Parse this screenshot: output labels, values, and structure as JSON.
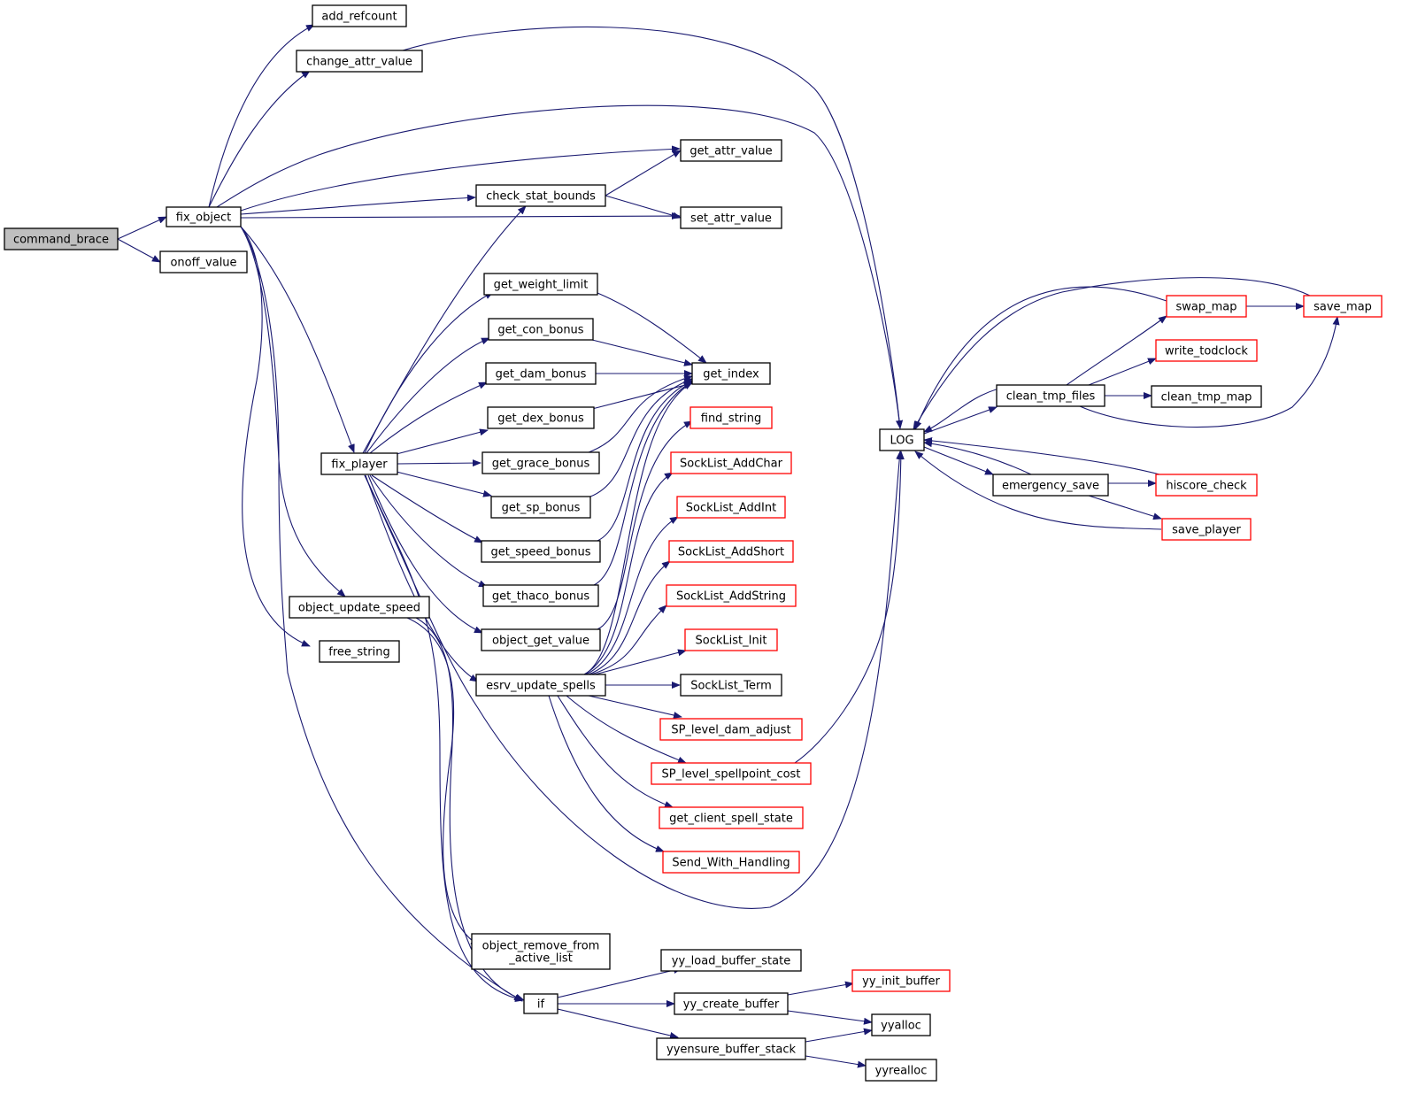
{
  "colors": {
    "edge": "#191970",
    "node_border": "#000000",
    "external_node_border": "#ff0000",
    "root_fill": "#bfbfbf",
    "node_fill": "#ffffff"
  },
  "nodes": {
    "command_brace": {
      "label": "command_brace",
      "kind": "root"
    },
    "fix_object": {
      "label": "fix_object",
      "kind": "normal"
    },
    "onoff_value": {
      "label": "onoff_value",
      "kind": "normal"
    },
    "add_refcount": {
      "label": "add_refcount",
      "kind": "normal"
    },
    "change_attr_value": {
      "label": "change_attr_value",
      "kind": "normal"
    },
    "get_attr_value": {
      "label": "get_attr_value",
      "kind": "normal"
    },
    "check_stat_bounds": {
      "label": "check_stat_bounds",
      "kind": "normal"
    },
    "set_attr_value": {
      "label": "set_attr_value",
      "kind": "normal"
    },
    "get_weight_limit": {
      "label": "get_weight_limit",
      "kind": "normal"
    },
    "get_con_bonus": {
      "label": "get_con_bonus",
      "kind": "normal"
    },
    "get_dam_bonus": {
      "label": "get_dam_bonus",
      "kind": "normal"
    },
    "get_dex_bonus": {
      "label": "get_dex_bonus",
      "kind": "normal"
    },
    "get_grace_bonus": {
      "label": "get_grace_bonus",
      "kind": "normal"
    },
    "get_sp_bonus": {
      "label": "get_sp_bonus",
      "kind": "normal"
    },
    "get_speed_bonus": {
      "label": "get_speed_bonus",
      "kind": "normal"
    },
    "get_thaco_bonus": {
      "label": "get_thaco_bonus",
      "kind": "normal"
    },
    "object_get_value": {
      "label": "object_get_value",
      "kind": "normal"
    },
    "esrv_update_spells": {
      "label": "esrv_update_spells",
      "kind": "normal"
    },
    "fix_player": {
      "label": "fix_player",
      "kind": "normal"
    },
    "object_update_speed": {
      "label": "object_update_speed",
      "kind": "normal"
    },
    "free_string": {
      "label": "free_string",
      "kind": "normal"
    },
    "object_remove_from_active_list": {
      "label": [
        "object_remove_from",
        "_active_list"
      ],
      "kind": "normal"
    },
    "if": {
      "label": "if",
      "kind": "normal"
    },
    "get_index": {
      "label": "get_index",
      "kind": "normal"
    },
    "find_string": {
      "label": "find_string",
      "kind": "external"
    },
    "SockList_AddChar": {
      "label": "SockList_AddChar",
      "kind": "external"
    },
    "SockList_AddInt": {
      "label": "SockList_AddInt",
      "kind": "external"
    },
    "SockList_AddShort": {
      "label": "SockList_AddShort",
      "kind": "external"
    },
    "SockList_AddString": {
      "label": "SockList_AddString",
      "kind": "external"
    },
    "SockList_Init": {
      "label": "SockList_Init",
      "kind": "external"
    },
    "SockList_Term": {
      "label": "SockList_Term",
      "kind": "normal"
    },
    "SP_level_dam_adjust": {
      "label": "SP_level_dam_adjust",
      "kind": "external"
    },
    "SP_level_spellpoint_cost": {
      "label": "SP_level_spellpoint_cost",
      "kind": "external"
    },
    "get_client_spell_state": {
      "label": "get_client_spell_state",
      "kind": "external"
    },
    "Send_With_Handling": {
      "label": "Send_With_Handling",
      "kind": "external"
    },
    "yy_load_buffer_state": {
      "label": "yy_load_buffer_state",
      "kind": "normal"
    },
    "yy_create_buffer": {
      "label": "yy_create_buffer",
      "kind": "normal"
    },
    "yyensure_buffer_stack": {
      "label": "yyensure_buffer_stack",
      "kind": "normal"
    },
    "yy_init_buffer": {
      "label": "yy_init_buffer",
      "kind": "external"
    },
    "yyalloc": {
      "label": "yyalloc",
      "kind": "normal"
    },
    "yyrealloc": {
      "label": "yyrealloc",
      "kind": "normal"
    },
    "LOG": {
      "label": "LOG",
      "kind": "normal"
    },
    "clean_tmp_files": {
      "label": "clean_tmp_files",
      "kind": "normal"
    },
    "emergency_save": {
      "label": "emergency_save",
      "kind": "normal"
    },
    "swap_map": {
      "label": "swap_map",
      "kind": "external"
    },
    "save_map": {
      "label": "save_map",
      "kind": "external"
    },
    "write_todclock": {
      "label": "write_todclock",
      "kind": "external"
    },
    "clean_tmp_map": {
      "label": "clean_tmp_map",
      "kind": "normal"
    },
    "hiscore_check": {
      "label": "hiscore_check",
      "kind": "external"
    },
    "save_player": {
      "label": "save_player",
      "kind": "external"
    }
  },
  "edges": [
    [
      "command_brace",
      "fix_object"
    ],
    [
      "command_brace",
      "onoff_value"
    ],
    [
      "fix_object",
      "add_refcount"
    ],
    [
      "fix_object",
      "change_attr_value"
    ],
    [
      "fix_object",
      "LOG"
    ],
    [
      "fix_object",
      "get_attr_value"
    ],
    [
      "fix_object",
      "check_stat_bounds"
    ],
    [
      "fix_object",
      "set_attr_value"
    ],
    [
      "fix_object",
      "fix_player"
    ],
    [
      "fix_object",
      "object_update_speed"
    ],
    [
      "fix_object",
      "free_string"
    ],
    [
      "fix_object",
      "if"
    ],
    [
      "change_attr_value",
      "LOG"
    ],
    [
      "check_stat_bounds",
      "get_attr_value"
    ],
    [
      "check_stat_bounds",
      "set_attr_value"
    ],
    [
      "fix_player",
      "check_stat_bounds"
    ],
    [
      "fix_player",
      "get_weight_limit"
    ],
    [
      "fix_player",
      "get_con_bonus"
    ],
    [
      "fix_player",
      "get_dam_bonus"
    ],
    [
      "fix_player",
      "get_dex_bonus"
    ],
    [
      "fix_player",
      "get_grace_bonus"
    ],
    [
      "fix_player",
      "get_sp_bonus"
    ],
    [
      "fix_player",
      "get_speed_bonus"
    ],
    [
      "fix_player",
      "get_thaco_bonus"
    ],
    [
      "fix_player",
      "object_get_value"
    ],
    [
      "fix_player",
      "esrv_update_spells"
    ],
    [
      "fix_player",
      "LOG"
    ],
    [
      "fix_player",
      "if"
    ],
    [
      "get_weight_limit",
      "get_index"
    ],
    [
      "get_con_bonus",
      "get_index"
    ],
    [
      "get_dam_bonus",
      "get_index"
    ],
    [
      "get_dex_bonus",
      "get_index"
    ],
    [
      "get_grace_bonus",
      "get_index"
    ],
    [
      "get_sp_bonus",
      "get_index"
    ],
    [
      "get_speed_bonus",
      "get_index"
    ],
    [
      "get_thaco_bonus",
      "get_index"
    ],
    [
      "object_get_value",
      "find_string"
    ],
    [
      "esrv_update_spells",
      "get_index"
    ],
    [
      "esrv_update_spells",
      "SockList_AddChar"
    ],
    [
      "esrv_update_spells",
      "SockList_AddInt"
    ],
    [
      "esrv_update_spells",
      "SockList_AddShort"
    ],
    [
      "esrv_update_spells",
      "SockList_AddString"
    ],
    [
      "esrv_update_spells",
      "SockList_Init"
    ],
    [
      "esrv_update_spells",
      "SockList_Term"
    ],
    [
      "esrv_update_spells",
      "SP_level_dam_adjust"
    ],
    [
      "esrv_update_spells",
      "SP_level_spellpoint_cost"
    ],
    [
      "esrv_update_spells",
      "get_client_spell_state"
    ],
    [
      "esrv_update_spells",
      "Send_With_Handling"
    ],
    [
      "SP_level_spellpoint_cost",
      "LOG"
    ],
    [
      "object_update_speed",
      "object_remove_from_active_list"
    ],
    [
      "object_update_speed",
      "if"
    ],
    [
      "if",
      "yy_load_buffer_state"
    ],
    [
      "if",
      "yy_create_buffer"
    ],
    [
      "if",
      "yyensure_buffer_stack"
    ],
    [
      "yy_create_buffer",
      "yy_init_buffer"
    ],
    [
      "yy_create_buffer",
      "yyalloc"
    ],
    [
      "yyensure_buffer_stack",
      "yyalloc"
    ],
    [
      "yyensure_buffer_stack",
      "yyrealloc"
    ],
    [
      "LOG",
      "clean_tmp_files"
    ],
    [
      "LOG",
      "emergency_save"
    ],
    [
      "clean_tmp_files",
      "swap_map"
    ],
    [
      "clean_tmp_files",
      "write_todclock"
    ],
    [
      "clean_tmp_files",
      "clean_tmp_map"
    ],
    [
      "clean_tmp_files",
      "save_map"
    ],
    [
      "clean_tmp_files",
      "LOG"
    ],
    [
      "swap_map",
      "save_map"
    ],
    [
      "swap_map",
      "LOG"
    ],
    [
      "save_map",
      "LOG"
    ],
    [
      "emergency_save",
      "hiscore_check"
    ],
    [
      "emergency_save",
      "save_player"
    ],
    [
      "emergency_save",
      "LOG"
    ],
    [
      "hiscore_check",
      "LOG"
    ],
    [
      "save_player",
      "LOG"
    ]
  ]
}
